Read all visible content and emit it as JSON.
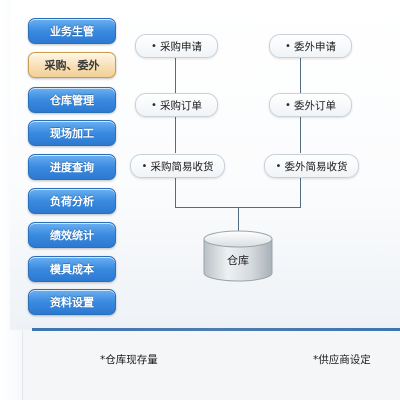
{
  "sidebar": {
    "items": [
      {
        "label": "业务生管",
        "active": false
      },
      {
        "label": "采购、委外",
        "active": true
      },
      {
        "label": "仓库管理",
        "active": false
      },
      {
        "label": "现场加工",
        "active": false
      },
      {
        "label": "进度查询",
        "active": false
      },
      {
        "label": "负荷分析",
        "active": false
      },
      {
        "label": "绩效统计",
        "active": false
      },
      {
        "label": "模具成本",
        "active": false
      },
      {
        "label": "资料设置",
        "active": false
      }
    ]
  },
  "flow": {
    "purchase": {
      "request": "采购申请",
      "order": "采购订单",
      "receipt": "采购简易收货"
    },
    "outsource": {
      "request": "委外申请",
      "order": "委外订单",
      "receipt": "委外简易收货"
    },
    "warehouse": "仓库",
    "bullet": "•"
  },
  "bottom_links": {
    "stock": "*仓库现存量",
    "supplier": "*供应商设定"
  },
  "colors": {
    "sidebar_blue": "#3a8ae0",
    "sidebar_active": "#f3cf95",
    "divider_blue": "#2a67a9",
    "connector": "#556b7f"
  }
}
